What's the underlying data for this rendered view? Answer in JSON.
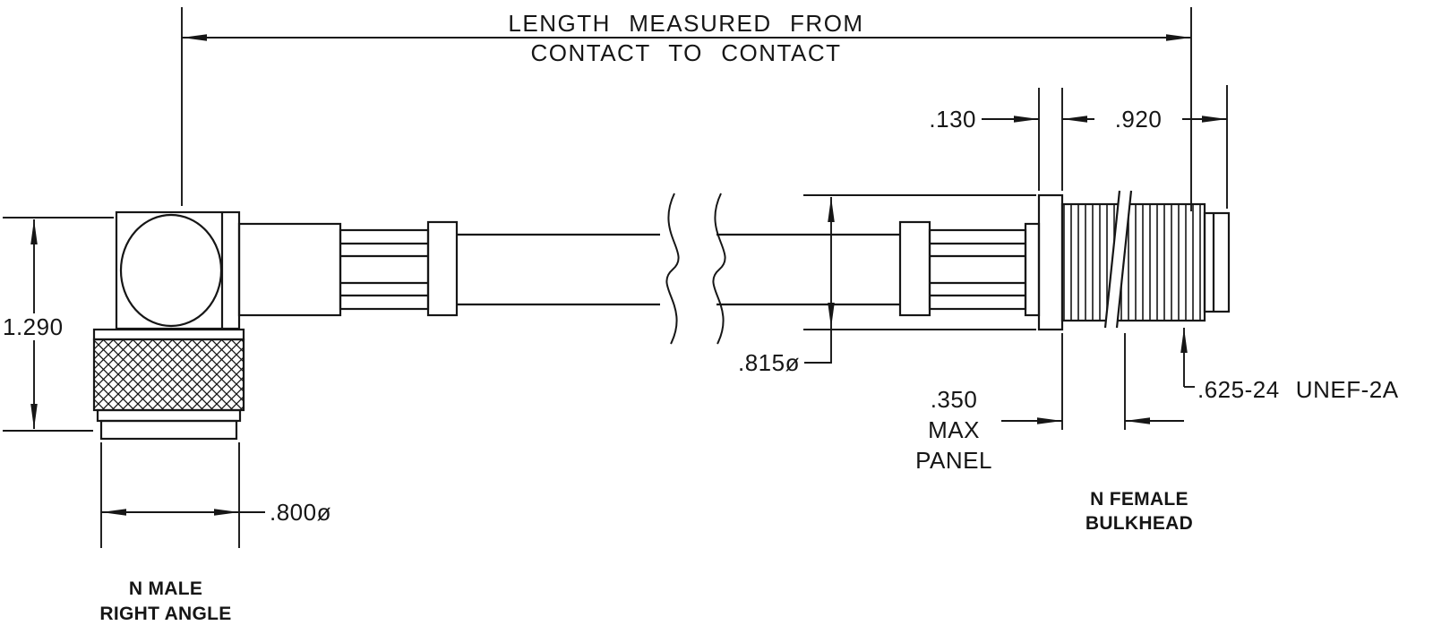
{
  "note": {
    "line1": "LENGTH MEASURED FROM",
    "line2": "CONTACT TO CONTACT"
  },
  "dimensions": {
    "flange_thickness": ".130",
    "bulkhead_length": ".920",
    "connector_height": "1.290",
    "body_diameter": ".815ø",
    "coupling_nut_diameter": ".800ø",
    "panel_value": ".350",
    "panel_line2": "MAX",
    "panel_line3": "PANEL",
    "thread_spec": ".625-24 UNEF-2A"
  },
  "connector_labels": {
    "left_line1": "N MALE",
    "left_line2": "RIGHT ANGLE",
    "right_line1": "N FEMALE",
    "right_line2": "BULKHEAD"
  }
}
